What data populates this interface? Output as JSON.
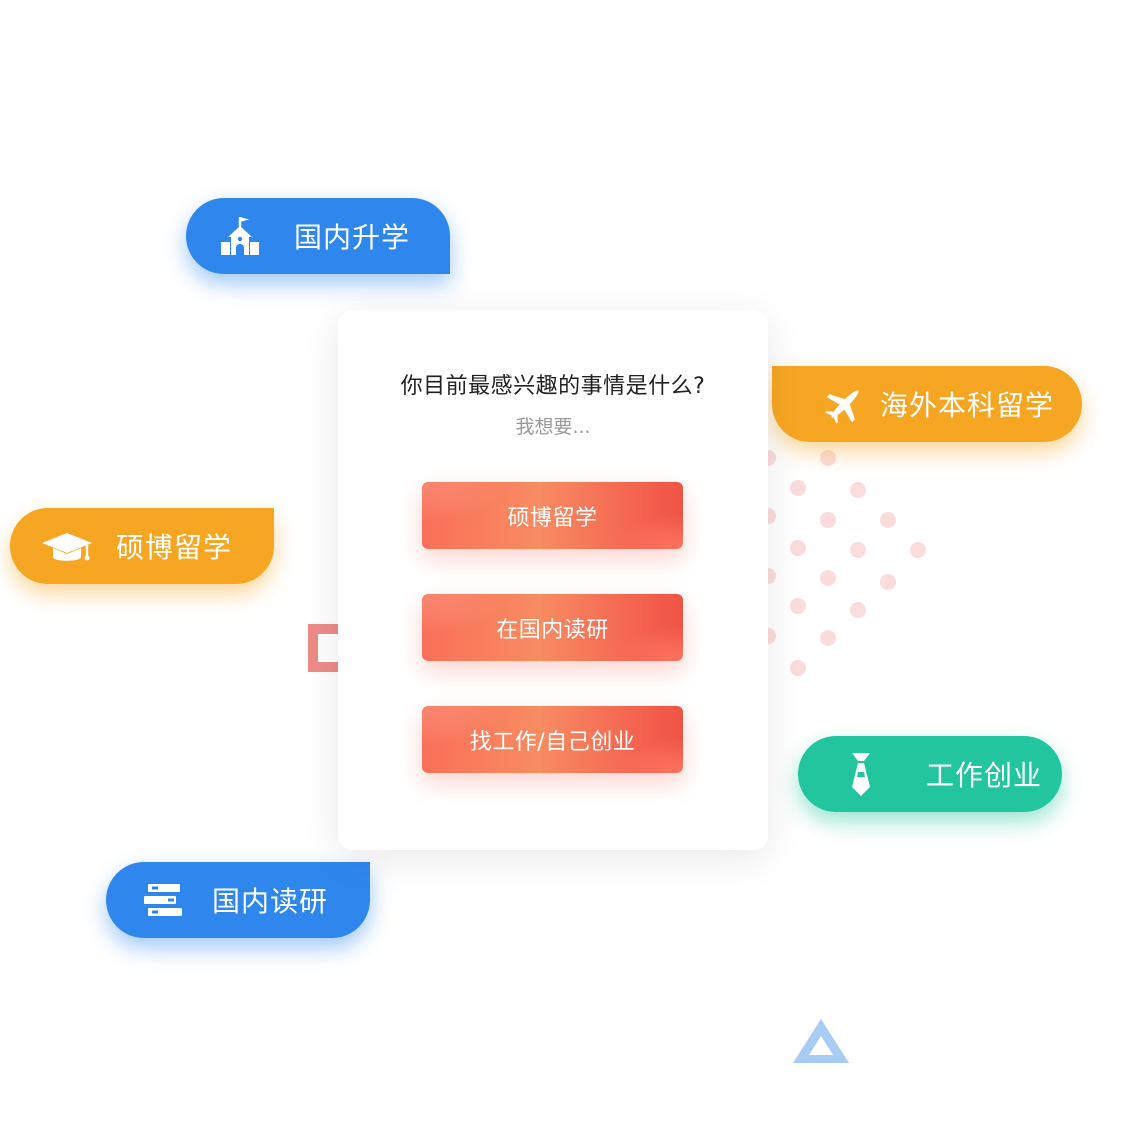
{
  "card": {
    "question": "你目前最感兴趣的事情是什么?",
    "hint": "我想要...",
    "options": [
      {
        "label": "硕博留学"
      },
      {
        "label": "在国内读研"
      },
      {
        "label": "找工作/自己创业"
      }
    ]
  },
  "tags": {
    "domestic_admission": {
      "label": "国内升学",
      "icon": "school-icon"
    },
    "overseas_undergrad": {
      "label": "海外本科留学",
      "icon": "airplane-icon"
    },
    "master_phd_abroad": {
      "label": "硕博留学",
      "icon": "graduation-cap-icon"
    },
    "work_startup": {
      "label": "工作创业",
      "icon": "necktie-icon"
    },
    "domestic_grad": {
      "label": "国内读研",
      "icon": "books-icon"
    }
  },
  "colors": {
    "blue": "#2f87ee",
    "orange": "#f6a623",
    "green": "#22c59e",
    "button_start": "#fa6f58",
    "button_end": "#ee5446"
  }
}
